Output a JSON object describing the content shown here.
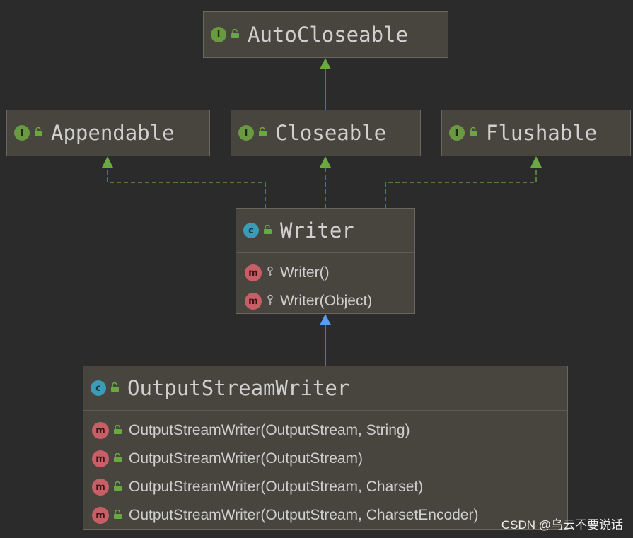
{
  "nodes": {
    "autocloseable": {
      "kind": "interface",
      "badge": "I",
      "name": "AutoCloseable"
    },
    "appendable": {
      "kind": "interface",
      "badge": "I",
      "name": "Appendable"
    },
    "closeable": {
      "kind": "interface",
      "badge": "I",
      "name": "Closeable"
    },
    "flushable": {
      "kind": "interface",
      "badge": "I",
      "name": "Flushable"
    },
    "writer": {
      "kind": "class",
      "badge": "c",
      "name": "Writer",
      "members": [
        {
          "badge": "m",
          "visibility": "protected",
          "signature": "Writer()"
        },
        {
          "badge": "m",
          "visibility": "protected",
          "signature": "Writer(Object)"
        }
      ]
    },
    "outputstreamwriter": {
      "kind": "class",
      "badge": "c",
      "name": "OutputStreamWriter",
      "members": [
        {
          "badge": "m",
          "visibility": "public",
          "signature": "OutputStreamWriter(OutputStream, String)"
        },
        {
          "badge": "m",
          "visibility": "public",
          "signature": "OutputStreamWriter(OutputStream)"
        },
        {
          "badge": "m",
          "visibility": "public",
          "signature": "OutputStreamWriter(OutputStream, Charset)"
        },
        {
          "badge": "m",
          "visibility": "public",
          "signature": "OutputStreamWriter(OutputStream, CharsetEncoder)"
        }
      ]
    }
  },
  "edges": [
    {
      "from": "Closeable",
      "to": "AutoCloseable",
      "type": "extends"
    },
    {
      "from": "Writer",
      "to": "Appendable",
      "type": "implements"
    },
    {
      "from": "Writer",
      "to": "Closeable",
      "type": "implements"
    },
    {
      "from": "Writer",
      "to": "Flushable",
      "type": "implements"
    },
    {
      "from": "OutputStreamWriter",
      "to": "Writer",
      "type": "extends"
    }
  ],
  "colors": {
    "background": "#2b2b2b",
    "node_fill": "#48453e",
    "interface_edge": "#5f9a3f",
    "class_edge": "#4f8fe6",
    "interface_badge": "#6a9a3f",
    "class_badge": "#3a9cb5",
    "method_badge": "#c85f67"
  },
  "watermark": "CSDN @乌云不要说话"
}
